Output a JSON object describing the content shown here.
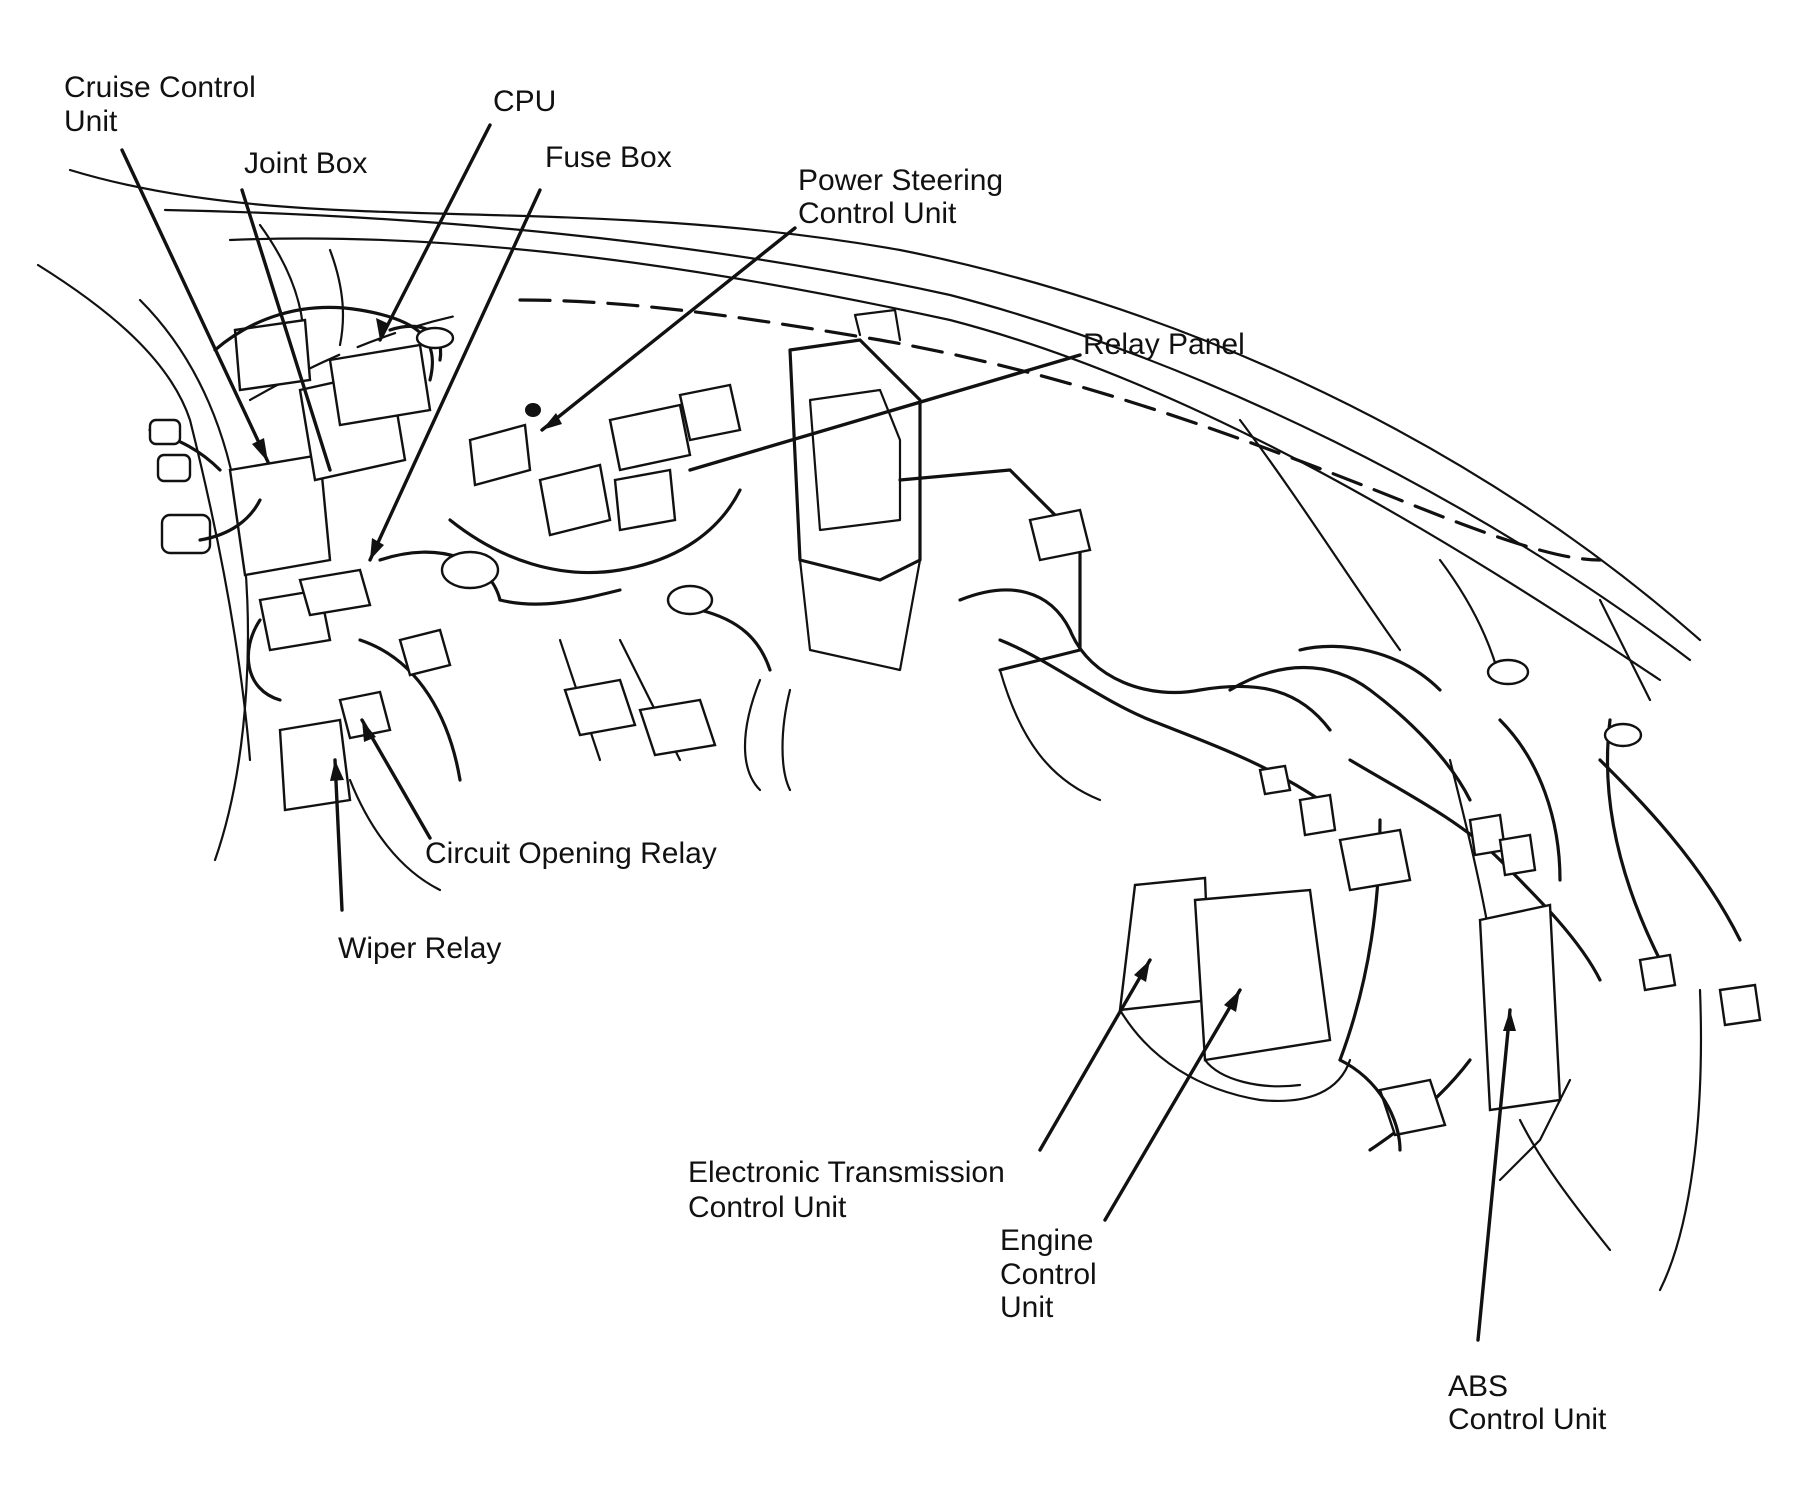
{
  "diagram": {
    "labels": {
      "cruise_control_line1": "Cruise Control",
      "cruise_control_line2": "Unit",
      "cpu": "CPU",
      "joint_box": "Joint Box",
      "fuse_box": "Fuse Box",
      "power_steering_line1": "Power Steering",
      "power_steering_line2": "Control Unit",
      "relay_panel": "Relay Panel",
      "circuit_opening_relay": "Circuit Opening Relay",
      "wiper_relay": "Wiper Relay",
      "etcu_line1": "Electronic Transmission",
      "etcu_line2": "Control Unit",
      "engine_line1": "Engine",
      "engine_line2": "Control",
      "engine_line3": "Unit",
      "abs_line1": "ABS",
      "abs_line2": "Control Unit"
    }
  }
}
